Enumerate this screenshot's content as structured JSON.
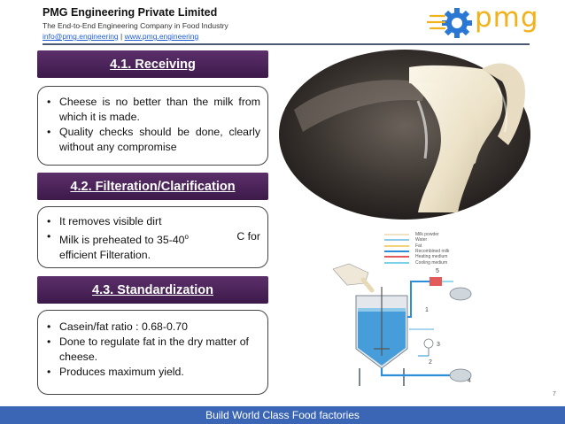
{
  "header": {
    "company": "PMG Engineering Private Limited",
    "tagline": "The End-to-End Engineering Company in Food Industry",
    "email": "info@pmg.engineering",
    "separator": "|",
    "website": "www.pmg.engineering",
    "logo_text": "pmg",
    "brand_color": "#f2b21c",
    "accent_color": "#1f5fd6"
  },
  "sections": [
    {
      "title": "4.1. Receiving",
      "bullets": [
        "Cheese is no better than the milk from which it is made.",
        "Quality checks should be done, clearly without any compromise"
      ]
    },
    {
      "title": "4.2. Filteration/Clarification",
      "bullets": [
        "It removes visible dirt",
        "Milk is preheated to 35-40",
        "efficient Filteration."
      ],
      "superscript": "o",
      "unit_tail": "C for"
    },
    {
      "title": "4.3. Standardization",
      "bullets": [
        "Casein/fat ratio : 0.68-0.70",
        "Done to regulate fat in the dry matter of cheese.",
        "Produces maximum yield."
      ]
    }
  ],
  "legend": [
    {
      "label": "Milk powder",
      "color": "#efe3c6"
    },
    {
      "label": "Water",
      "color": "#8ec9ea"
    },
    {
      "label": "Fat",
      "color": "#f4d27a"
    },
    {
      "label": "Recombined milk",
      "color": "#2a8fd6"
    },
    {
      "label": "Heating medium",
      "color": "#e25a5a"
    },
    {
      "label": "Cooling medium",
      "color": "#7ad1e8"
    }
  ],
  "diagram_labels": [
    "5",
    "1",
    "3",
    "2",
    "4"
  ],
  "page_number": "7",
  "footer": "Build World Class Food factories",
  "section_header_color": "#4b2359",
  "footer_color": "#3b66b5"
}
